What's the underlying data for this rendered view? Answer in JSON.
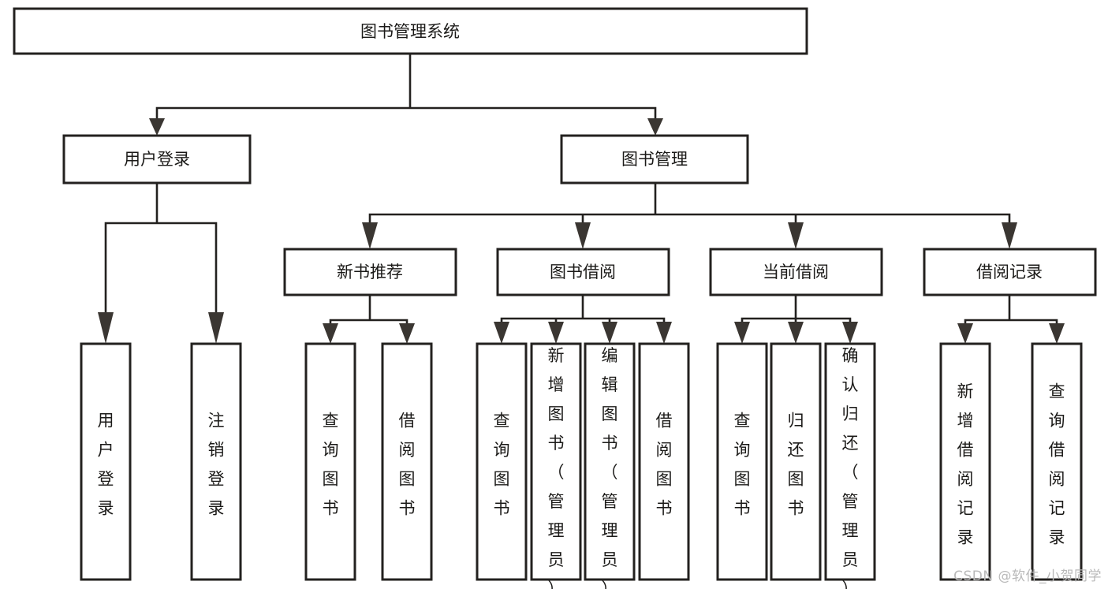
{
  "diagram": {
    "type": "tree-hierarchy-chart",
    "title": "图书管理系统",
    "orientation": "top-down",
    "colors": {
      "box_stroke": "#23211f",
      "box_fill": "#ffffff",
      "connector": "#23211f",
      "text": "#1b1a18",
      "background": "#ffffff",
      "watermark": "#b9b9b9"
    },
    "root": {
      "id": "root",
      "label": "图书管理系统"
    },
    "level2": [
      {
        "id": "user-login",
        "label": "用户登录"
      },
      {
        "id": "book-manage",
        "label": "图书管理"
      }
    ],
    "level3": [
      {
        "id": "new-book-recommend",
        "label": "新书推荐",
        "parent": "book-manage"
      },
      {
        "id": "book-borrow",
        "label": "图书借阅",
        "parent": "book-manage"
      },
      {
        "id": "current-borrow",
        "label": "当前借阅",
        "parent": "book-manage"
      },
      {
        "id": "borrow-record",
        "label": "借阅记录",
        "parent": "book-manage"
      }
    ],
    "leaves": {
      "user-login": [
        {
          "id": "leaf-user-login",
          "label": "用户登录"
        },
        {
          "id": "leaf-logout",
          "label": "注销登录"
        }
      ],
      "new-book-recommend": [
        {
          "id": "leaf-query-book-1",
          "label": "查询图书"
        },
        {
          "id": "leaf-borrow-book-1",
          "label": "借阅图书"
        }
      ],
      "book-borrow": [
        {
          "id": "leaf-query-book-2",
          "label": "查询图书"
        },
        {
          "id": "leaf-add-book",
          "label": "新增图书（管理员）"
        },
        {
          "id": "leaf-edit-book",
          "label": "编辑图书（管理员）"
        },
        {
          "id": "leaf-borrow-book-2",
          "label": "借阅图书"
        }
      ],
      "current-borrow": [
        {
          "id": "leaf-query-book-3",
          "label": "查询图书"
        },
        {
          "id": "leaf-return-book",
          "label": "归还图书"
        },
        {
          "id": "leaf-confirm-return",
          "label": "确认归还（管理员）"
        }
      ],
      "borrow-record": [
        {
          "id": "leaf-add-record",
          "label": "新增借阅记录"
        },
        {
          "id": "leaf-query-record",
          "label": "查询借阅记录"
        }
      ]
    }
  },
  "watermark": {
    "text": "CSDN @软件_小贺同学"
  }
}
